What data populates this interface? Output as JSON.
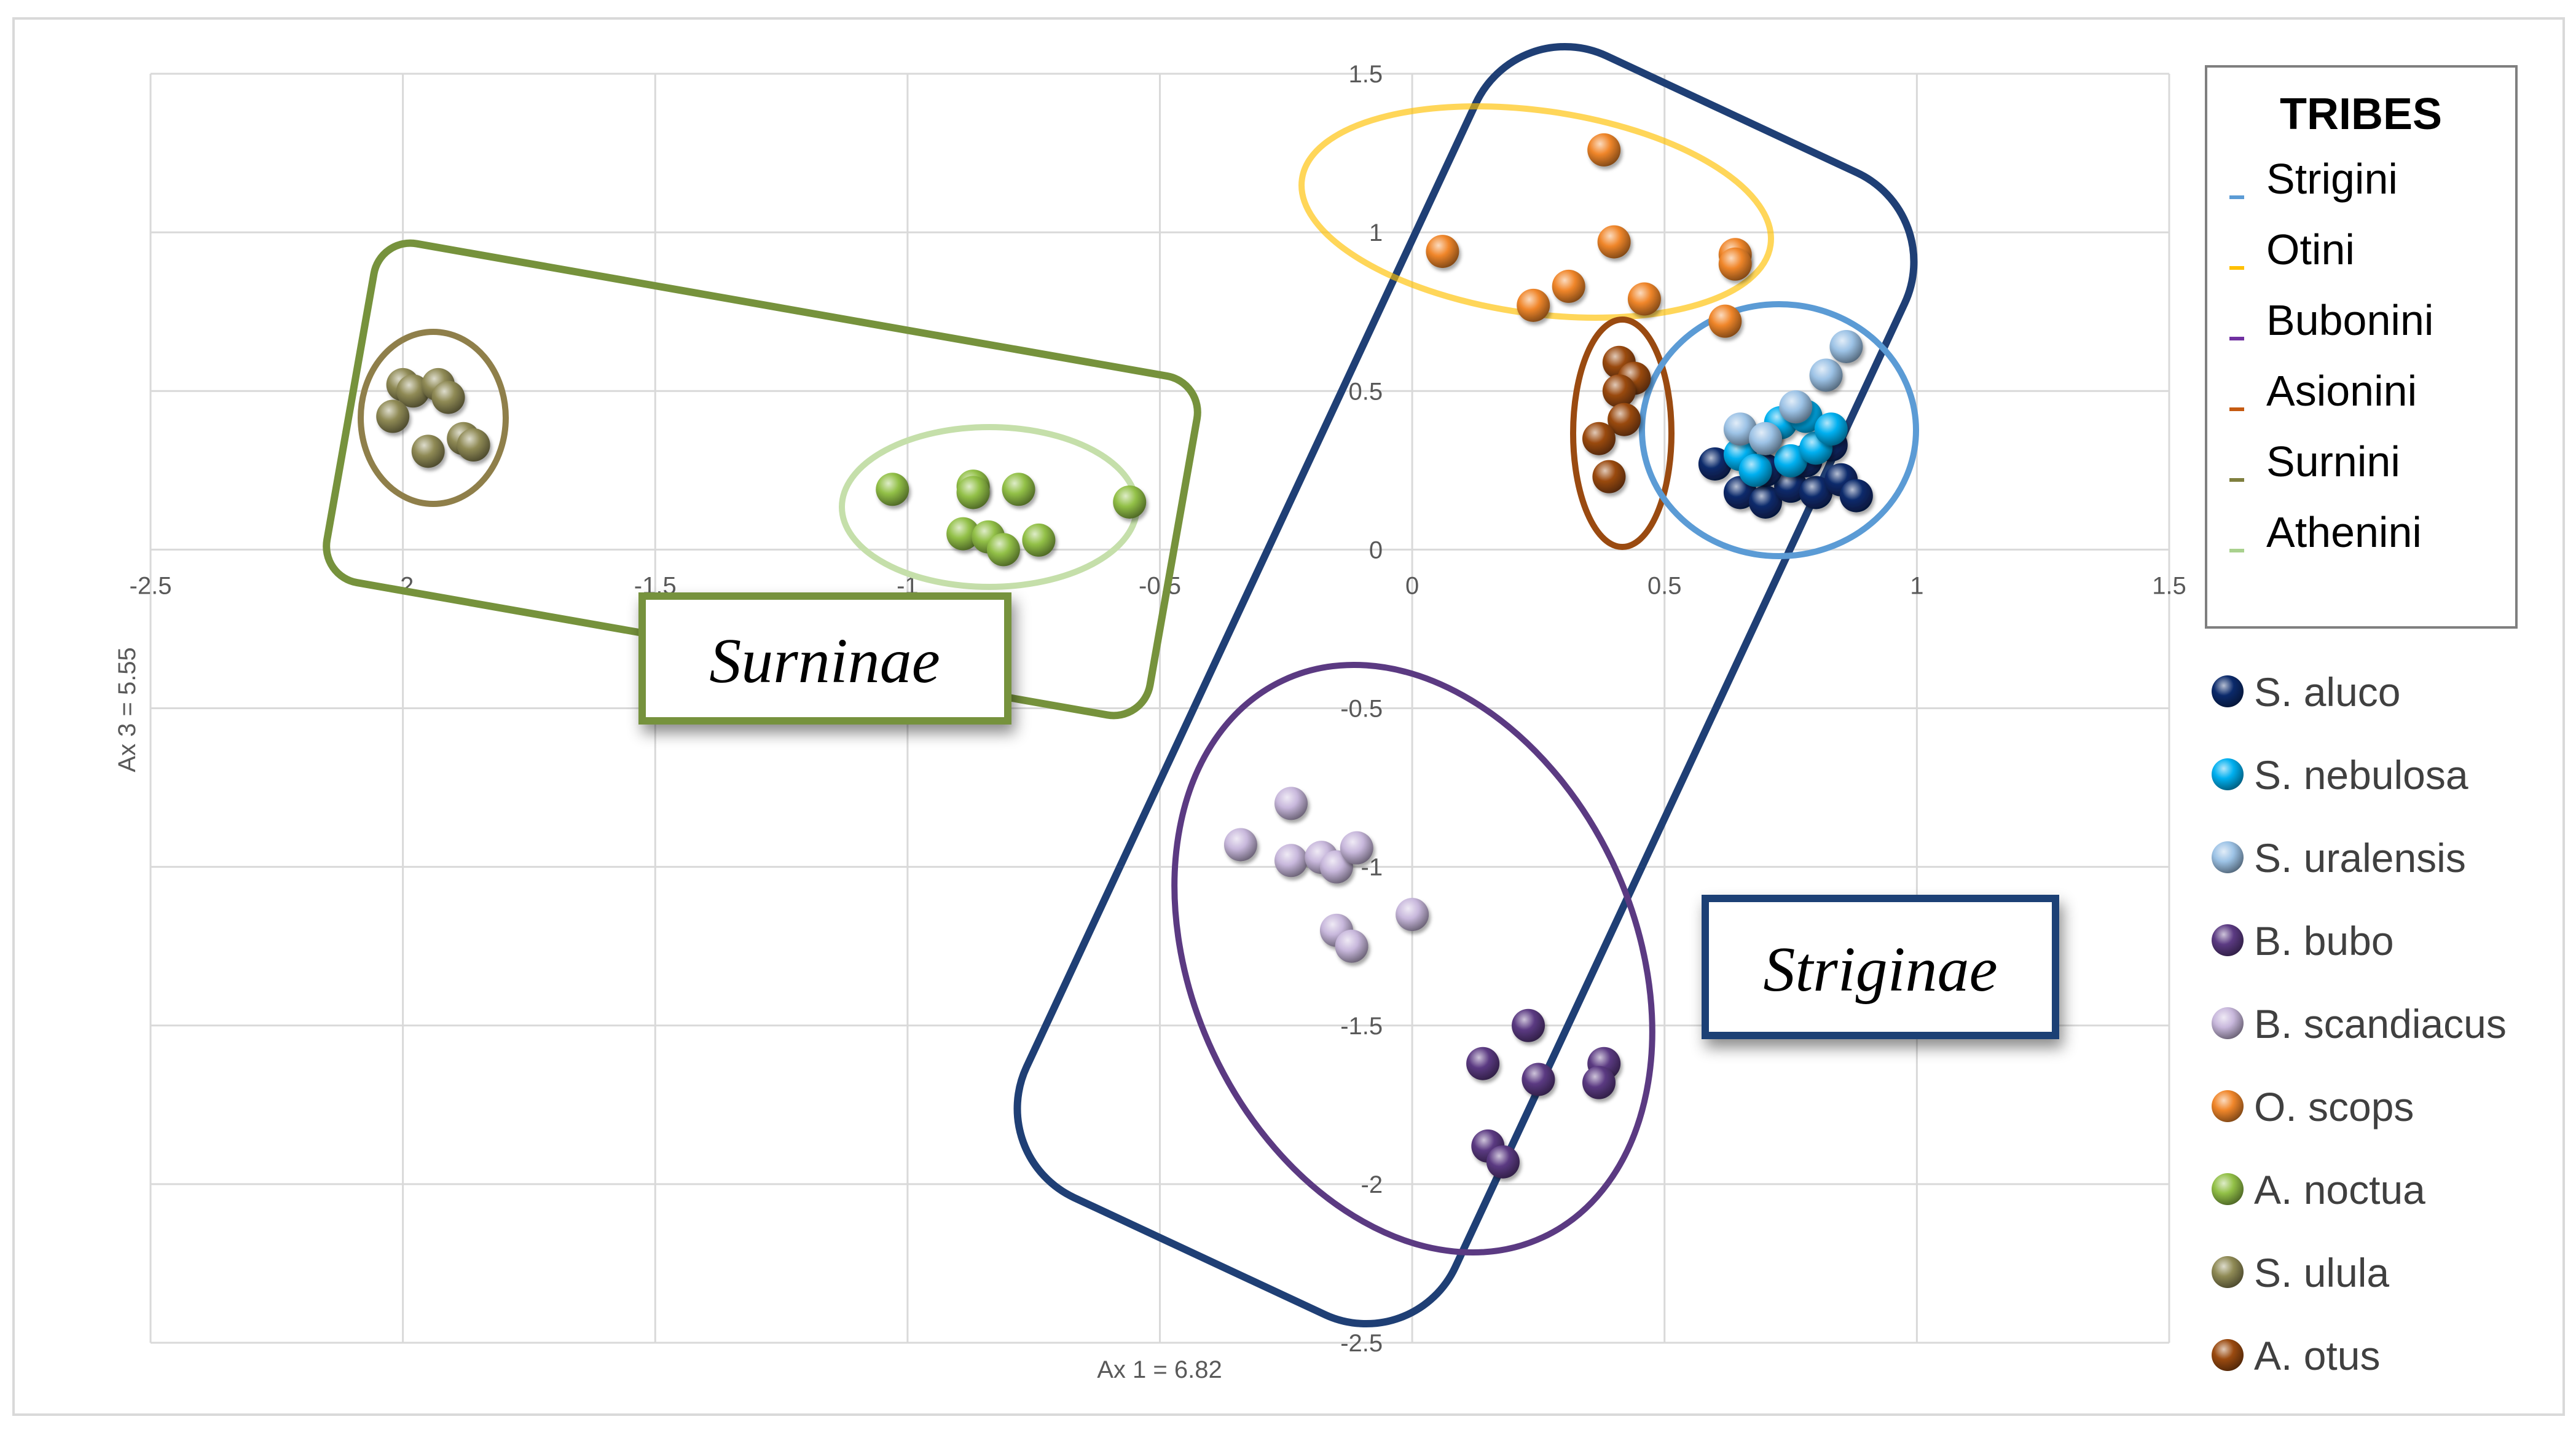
{
  "chart_data": {
    "type": "scatter",
    "xlabel": "Ax 1 = 6.82",
    "ylabel": "Ax 3 = 5.55",
    "xlim": [
      -2.5,
      1.5
    ],
    "ylim": [
      -2.5,
      1.5
    ],
    "x_ticks": [
      "-2.5",
      "-2",
      "-1.5",
      "-1",
      "-0.5",
      "0",
      "0.5",
      "1",
      "1.5"
    ],
    "y_ticks": [
      "1.5",
      "1",
      "0.5",
      "0",
      "-0.5",
      "-1",
      "-1.5",
      "-2",
      "-2.5"
    ],
    "grid": true,
    "legend_tribes": {
      "title": "TRIBES",
      "entries": [
        {
          "name": "Strigini",
          "color": "#5b9bd5"
        },
        {
          "name": "Otini",
          "color": "#ffc000"
        },
        {
          "name": "Bubonini",
          "color": "#7030a0"
        },
        {
          "name": "Asionini",
          "color": "#c55a11"
        },
        {
          "name": "Surnini",
          "color": "#7f7f3f"
        },
        {
          "name": "Athenini",
          "color": "#a9d18e"
        }
      ]
    },
    "series": [
      {
        "name": "S. aluco",
        "color": "#0b2a6b",
        "points": [
          [
            0.6,
            0.27
          ],
          [
            0.65,
            0.18
          ],
          [
            0.7,
            0.15
          ],
          [
            0.75,
            0.2
          ],
          [
            0.8,
            0.18
          ],
          [
            0.85,
            0.22
          ],
          [
            0.88,
            0.17
          ],
          [
            0.7,
            0.25
          ],
          [
            0.78,
            0.28
          ],
          [
            0.83,
            0.33
          ]
        ]
      },
      {
        "name": "S. nebulosa",
        "color": "#00b0f0",
        "points": [
          [
            0.65,
            0.3
          ],
          [
            0.7,
            0.35
          ],
          [
            0.75,
            0.28
          ],
          [
            0.8,
            0.32
          ],
          [
            0.68,
            0.25
          ],
          [
            0.73,
            0.4
          ],
          [
            0.78,
            0.42
          ],
          [
            0.83,
            0.38
          ]
        ]
      },
      {
        "name": "S. uralensis",
        "color": "#9dc3e6",
        "points": [
          [
            0.65,
            0.38
          ],
          [
            0.7,
            0.35
          ],
          [
            0.76,
            0.45
          ],
          [
            0.82,
            0.55
          ],
          [
            0.86,
            0.64
          ]
        ]
      },
      {
        "name": "B. bubo",
        "color": "#5b3a82",
        "points": [
          [
            0.14,
            -1.62
          ],
          [
            0.23,
            -1.5
          ],
          [
            0.25,
            -1.67
          ],
          [
            0.38,
            -1.62
          ],
          [
            0.37,
            -1.68
          ],
          [
            0.15,
            -1.88
          ],
          [
            0.18,
            -1.93
          ]
        ]
      },
      {
        "name": "B. scandiacus",
        "color": "#c8b8dc",
        "points": [
          [
            -0.34,
            -0.93
          ],
          [
            -0.24,
            -0.8
          ],
          [
            -0.24,
            -0.98
          ],
          [
            -0.18,
            -0.97
          ],
          [
            -0.15,
            -1.0
          ],
          [
            -0.11,
            -0.94
          ],
          [
            -0.15,
            -1.2
          ],
          [
            -0.12,
            -1.25
          ],
          [
            0.0,
            -1.15
          ]
        ]
      },
      {
        "name": "O. scops",
        "color": "#f0862a",
        "points": [
          [
            0.06,
            0.94
          ],
          [
            0.38,
            1.26
          ],
          [
            0.4,
            0.97
          ],
          [
            0.31,
            0.83
          ],
          [
            0.24,
            0.77
          ],
          [
            0.46,
            0.79
          ],
          [
            0.64,
            0.93
          ],
          [
            0.64,
            0.9
          ],
          [
            0.62,
            0.72
          ]
        ]
      },
      {
        "name": "A. noctua",
        "color": "#92c047",
        "points": [
          [
            -1.03,
            0.19
          ],
          [
            -0.87,
            0.2
          ],
          [
            -0.87,
            0.18
          ],
          [
            -0.78,
            0.19
          ],
          [
            -0.56,
            0.15
          ],
          [
            -0.89,
            0.05
          ],
          [
            -0.84,
            0.04
          ],
          [
            -0.81,
            0.0
          ],
          [
            -0.74,
            0.03
          ]
        ]
      },
      {
        "name": "S. ulula",
        "color": "#8f8a55",
        "points": [
          [
            -2.0,
            0.52
          ],
          [
            -1.98,
            0.5
          ],
          [
            -1.93,
            0.52
          ],
          [
            -1.91,
            0.48
          ],
          [
            -2.02,
            0.42
          ],
          [
            -1.88,
            0.35
          ],
          [
            -1.86,
            0.33
          ],
          [
            -1.95,
            0.31
          ]
        ]
      },
      {
        "name": "A. otus",
        "color": "#9a4a10",
        "points": [
          [
            0.41,
            0.59
          ],
          [
            0.44,
            0.54
          ],
          [
            0.41,
            0.5
          ],
          [
            0.42,
            0.41
          ],
          [
            0.37,
            0.35
          ],
          [
            0.39,
            0.23
          ]
        ]
      }
    ],
    "annotations": [
      {
        "text": "Surninae",
        "color": "#6f8f2a"
      },
      {
        "text": "Striginae",
        "color": "#1f3f75"
      }
    ]
  }
}
